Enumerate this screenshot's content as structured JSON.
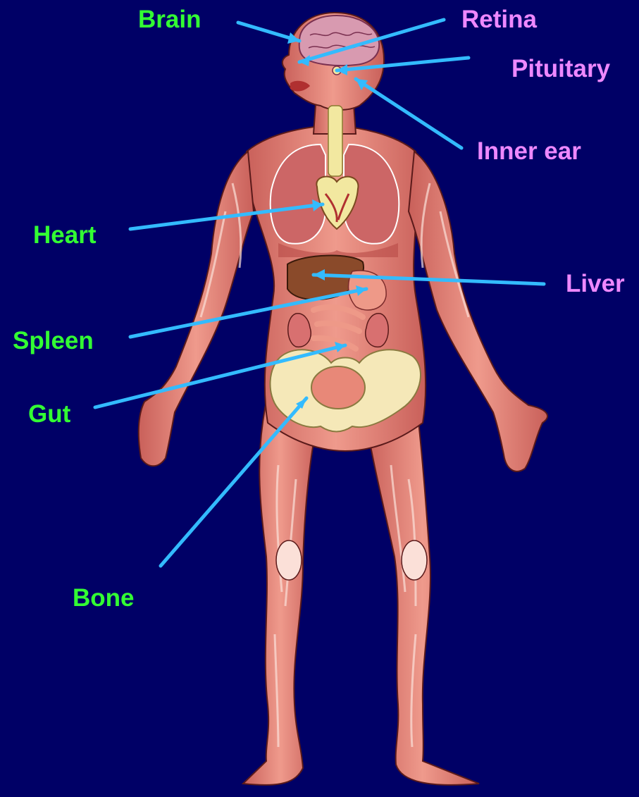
{
  "colors": {
    "background": "#000066",
    "pointer_line": "#33bbff",
    "organ_group_a": "#33ff33",
    "organ_group_b": "#ee88ff",
    "muscle": "#e88878",
    "muscle_dark": "#b84a46",
    "tendon": "#fbe0d8",
    "bone": "#f5e8b8",
    "liver": "#8a4a2a",
    "lung": "#cc6666",
    "brain": "#d89ab0",
    "gut": "#ee9988"
  },
  "figure": {
    "subject": "human-body-anatomy-illustration",
    "icon": "human-body-icon"
  },
  "labels": [
    {
      "id": "brain",
      "text": "Brain",
      "group": "a"
    },
    {
      "id": "retina",
      "text": "Retina",
      "group": "b"
    },
    {
      "id": "pituitary",
      "text": "Pituitary",
      "group": "b"
    },
    {
      "id": "inner-ear",
      "text": "Inner ear",
      "group": "b"
    },
    {
      "id": "heart",
      "text": "Heart",
      "group": "a"
    },
    {
      "id": "liver",
      "text": "Liver",
      "group": "b"
    },
    {
      "id": "spleen",
      "text": "Spleen",
      "group": "a"
    },
    {
      "id": "gut",
      "text": "Gut",
      "group": "a"
    },
    {
      "id": "bone",
      "text": "Bone",
      "group": "a"
    }
  ]
}
